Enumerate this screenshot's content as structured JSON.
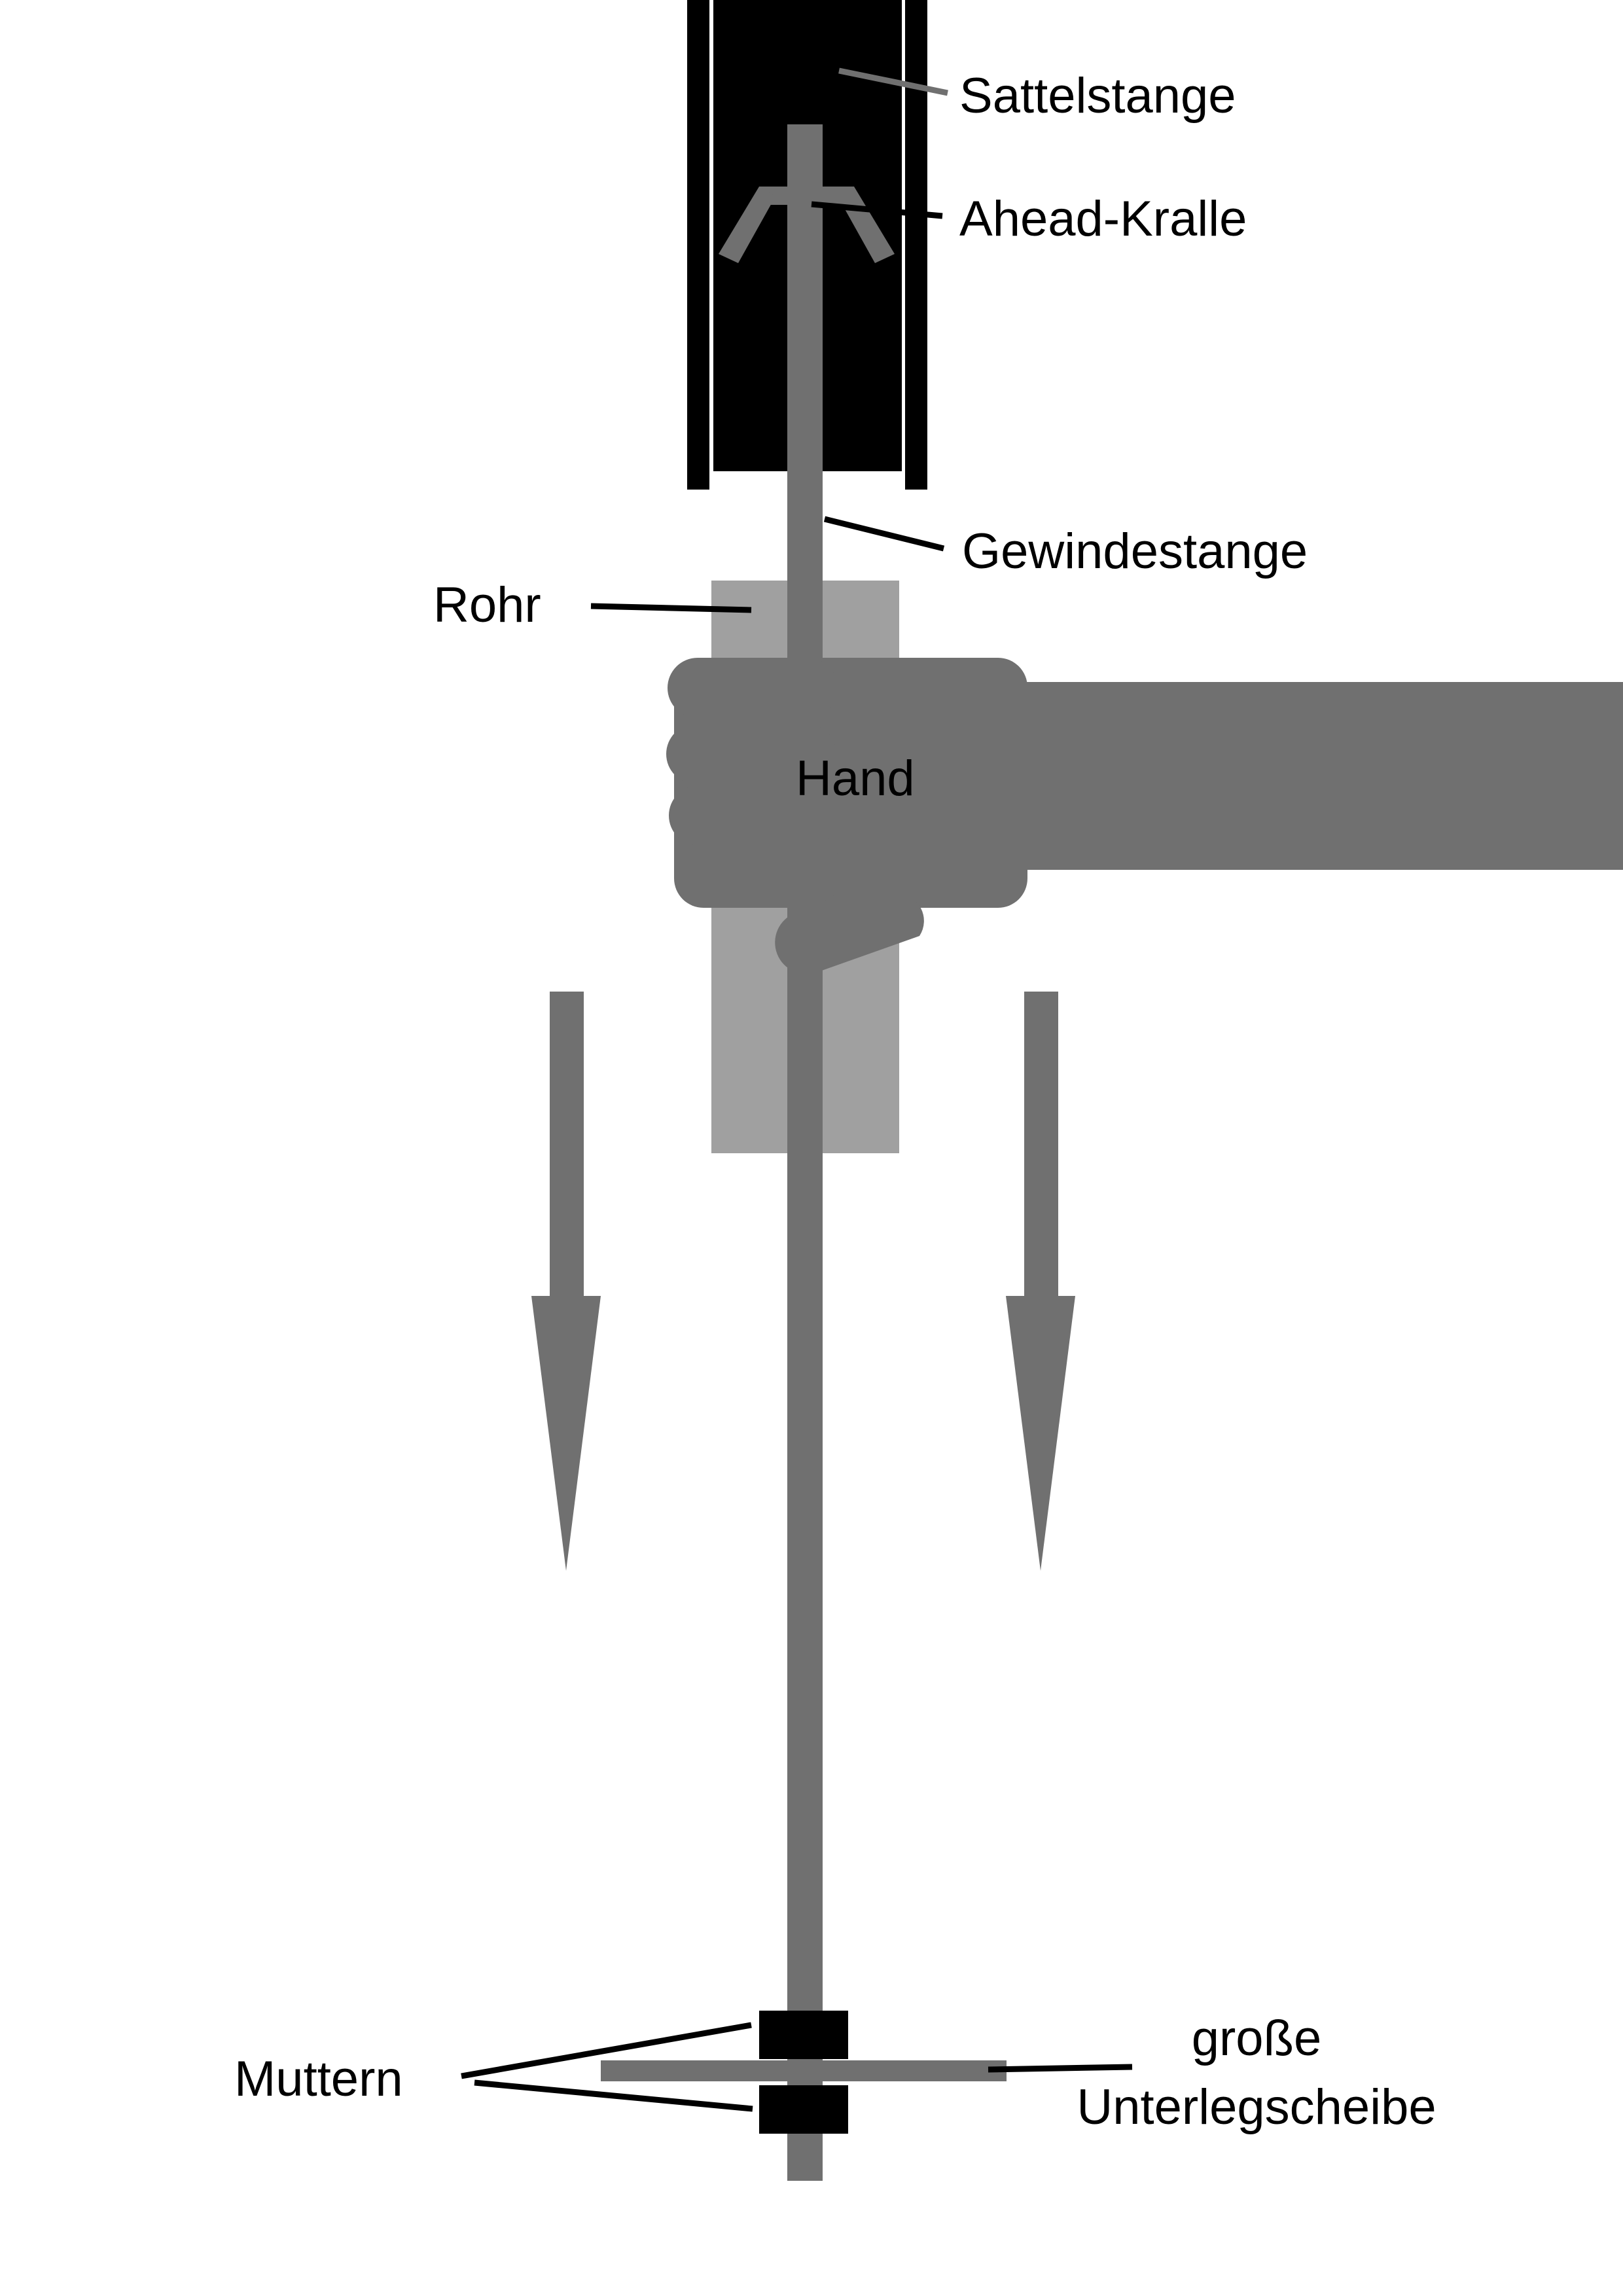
{
  "labels": {
    "sattelstange": "Sattelstange",
    "ahead_kralle": "Ahead-Kralle",
    "gewindestange": "Gewindestange",
    "rohr": "Rohr",
    "hand": "Hand",
    "muttern": "Muttern",
    "unterlegscheibe_line1": "große",
    "unterlegscheibe_line2": "Unterlegscheibe"
  },
  "colors": {
    "black": "#000000",
    "dark_gray": "#707070",
    "light_gray": "#a0a0a0",
    "background": "#ffffff"
  }
}
